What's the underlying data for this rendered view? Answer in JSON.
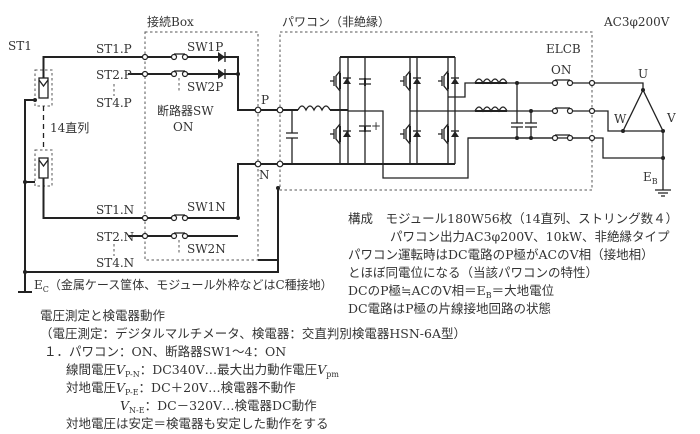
{
  "diagram": {
    "labels": {
      "st1": "ST1",
      "series": "14直列",
      "jbox": "接続Box",
      "pcs": "パワコン（非絶縁）",
      "ac": "AC3φ200V",
      "st1p": "ST1.P",
      "st2p": "ST2.P",
      "st4p": "ST4.P",
      "st1n": "ST1.N",
      "st2n": "ST2.N",
      "st4n": "ST4.N",
      "sw1p": "SW1P",
      "sw2p": "SW2P",
      "sw1n": "SW1N",
      "sw2n": "SW2N",
      "breaker": "断路器SW",
      "breaker_state": "ON",
      "p": "P",
      "n": "N",
      "elcb": "ELCB",
      "elcb_state": "ON",
      "u": "U",
      "v": "V",
      "w": "W",
      "plus": "+",
      "eb_main": "E",
      "eb_sub": "B",
      "ec_main": "E",
      "ec_sub": "C",
      "ec_desc": "（金属ケース筐体、モジュール外枠などはC種接地）"
    },
    "config_notes": [
      "構成　モジュール180W56枚（14直列、ストリング数４）",
      "パワコン出力AC3φ200V、10kW、非絶縁タイプ",
      "パワコン運転時はDC電路のP極がACのV相（接地相）",
      "とほぼ同電位になる（当該パワコンの特性）",
      "DCのP極≒ACのV相＝E",
      "B",
      "＝大地電位",
      "DC電路はP極の片線接地回路の状態"
    ],
    "measurement": {
      "title": "電圧測定と検電器動作",
      "subtitle": "（電圧測定：デジタルマルチメータ、検電器：交直判別検電器HSN-6A型）",
      "item1": "１．パワコン：ON、断路器SW1～4：ON",
      "line_voltage_label": "線間電圧",
      "v": "V",
      "pn_sub": "P-N",
      "line_voltage_value": "：DC340V…最大出力動作電圧",
      "pm_sub": "pm",
      "ground_voltage_label": "対地電圧",
      "pe_sub": "P-E",
      "pe_value": "：DC＋20V…検電器不動作",
      "ne_sub": "N-E",
      "ne_value": "：DC－320V…検電器DC動作",
      "conclusion": "対地電圧は安定＝検電器も安定した動作をする"
    }
  }
}
